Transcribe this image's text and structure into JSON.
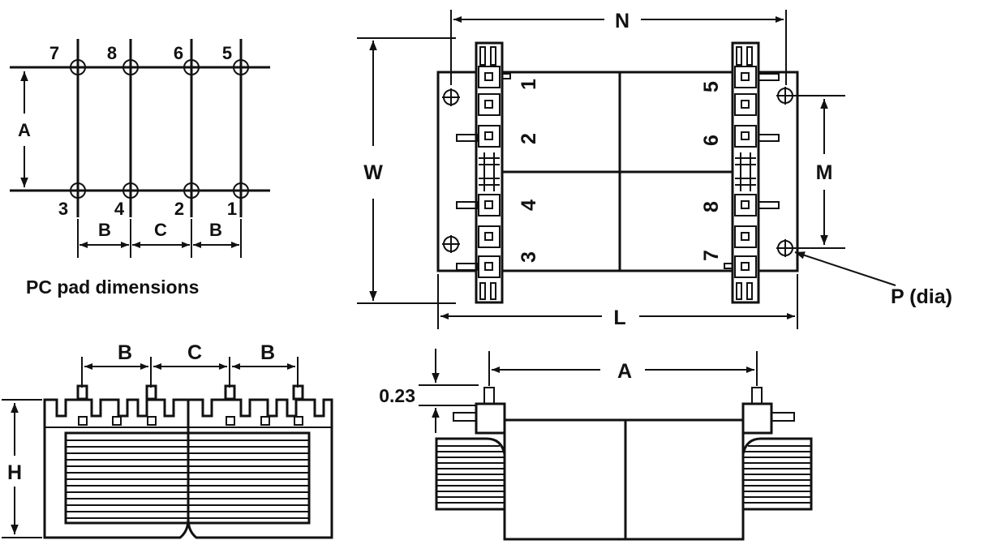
{
  "pad_view": {
    "top_pins": [
      "7",
      "8",
      "6",
      "5"
    ],
    "bottom_pins": [
      "3",
      "4",
      "2",
      "1"
    ],
    "dim_a": "A",
    "dim_b_left": "B",
    "dim_c": "C",
    "dim_b_right": "B",
    "caption": "PC pad dimensions"
  },
  "top_view": {
    "dim_n": "N",
    "dim_w": "W",
    "dim_m": "M",
    "dim_l": "L",
    "dim_p": "P (dia)",
    "left_pins": [
      "1",
      "2",
      "4",
      "3"
    ],
    "right_pins": [
      "5",
      "6",
      "8",
      "7"
    ]
  },
  "side_view": {
    "dim_b_left": "B",
    "dim_c": "C",
    "dim_b_right": "B",
    "dim_h": "H"
  },
  "front_view": {
    "dim_a": "A",
    "dim_offset": "0.23"
  }
}
